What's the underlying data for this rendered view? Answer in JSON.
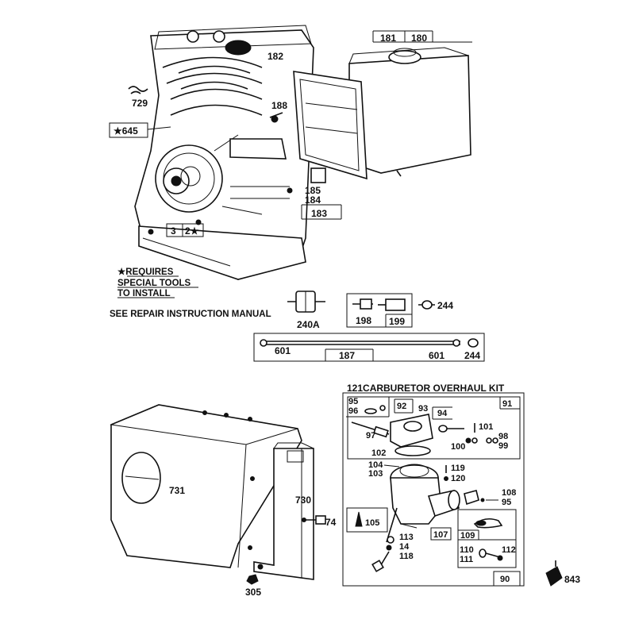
{
  "parts": {
    "cylinder": "182",
    "fuel_tank": "181",
    "fuel_tank_assy": "180",
    "tank_bracket": "188",
    "clip": "729",
    "bearing": "645",
    "bracket_a": "185",
    "bracket_b": "184",
    "tank_assy_box": "183",
    "seal_a": "3",
    "seal_b": "2",
    "filter": "240A",
    "fitting": "198",
    "fitting_assy": "199",
    "fitting_end": "244",
    "fuel_line_clamp_left": "601",
    "fuel_line_clamp_right": "601",
    "fuel_line_end": "244",
    "fuel_line": "187",
    "shroud": "731",
    "bracket": "730",
    "screw": "74",
    "nut": "305",
    "connector": "843"
  },
  "notes": {
    "star": "★",
    "star_645": "★645",
    "star_2": "2★",
    "requires_line1": "★REQUIRES",
    "requires_line2": "SPECIAL TOOLS",
    "requires_line3": "TO INSTALL",
    "manual": "SEE REPAIR INSTRUCTION MANUAL"
  },
  "carburetor": {
    "kit_title": "121CARBURETOR OVERHAUL KIT",
    "labels": {
      "p91": "91",
      "p95a": "95",
      "p96": "96",
      "p92": "92",
      "p93": "93",
      "p94": "94",
      "p97": "97",
      "p101": "101",
      "p98": "98",
      "p99": "99",
      "p100": "100",
      "p102": "102",
      "p104": "104",
      "p103": "103",
      "p119": "119",
      "p120": "120",
      "p108": "108",
      "p95b": "95",
      "p105": "105",
      "p107": "107",
      "p109": "109",
      "p113": "113",
      "p14": "14",
      "p118": "118",
      "p110": "110",
      "p111": "111",
      "p112": "112",
      "p90": "90"
    }
  }
}
